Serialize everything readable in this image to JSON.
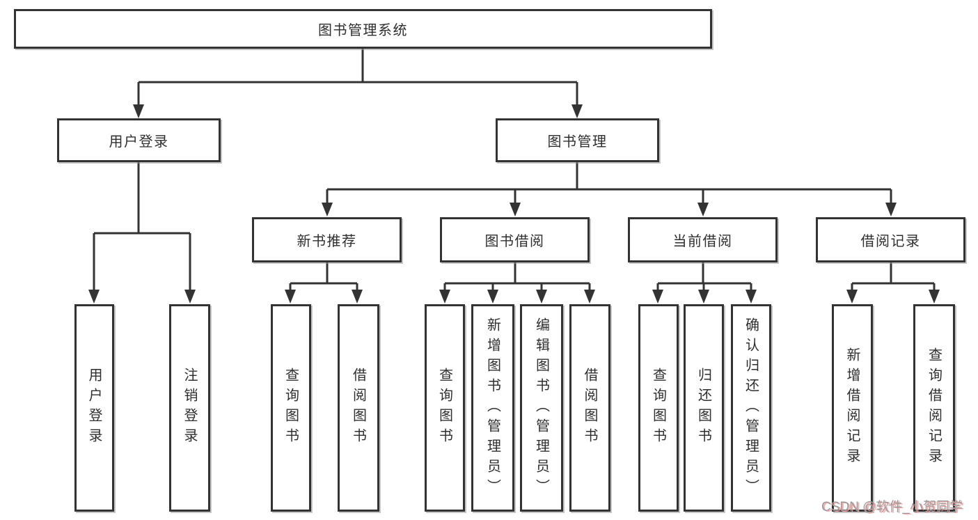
{
  "tree": {
    "root": {
      "label": "图书管理系统",
      "children": [
        {
          "label": "用户登录",
          "children": [
            {
              "label": "用户登录"
            },
            {
              "label": "注销登录"
            }
          ]
        },
        {
          "label": "图书管理",
          "children": [
            {
              "label": "新书推荐",
              "children": [
                {
                  "label": "查询图书"
                },
                {
                  "label": "借阅图书"
                }
              ]
            },
            {
              "label": "图书借阅",
              "children": [
                {
                  "label": "查询图书"
                },
                {
                  "label": "新增图书（管理员）"
                },
                {
                  "label": "编辑图书（管理员）"
                },
                {
                  "label": "借阅图书"
                }
              ]
            },
            {
              "label": "当前借阅",
              "children": [
                {
                  "label": "查询图书"
                },
                {
                  "label": "归还图书"
                },
                {
                  "label": "确认归还（管理员）"
                }
              ]
            },
            {
              "label": "借阅记录",
              "children": [
                {
                  "label": "新增借阅记录"
                },
                {
                  "label": "查询借阅记录"
                }
              ]
            }
          ]
        }
      ]
    }
  },
  "watermark": {
    "text": "CSDN @软件_小贺同学"
  },
  "colors": {
    "line": "#333333",
    "box_border": "#333333",
    "box_fill": "#ffffff",
    "text": "#2e2e2e",
    "watermark_text": "#9a9a9a",
    "watermark_shadow": "#f89696"
  }
}
